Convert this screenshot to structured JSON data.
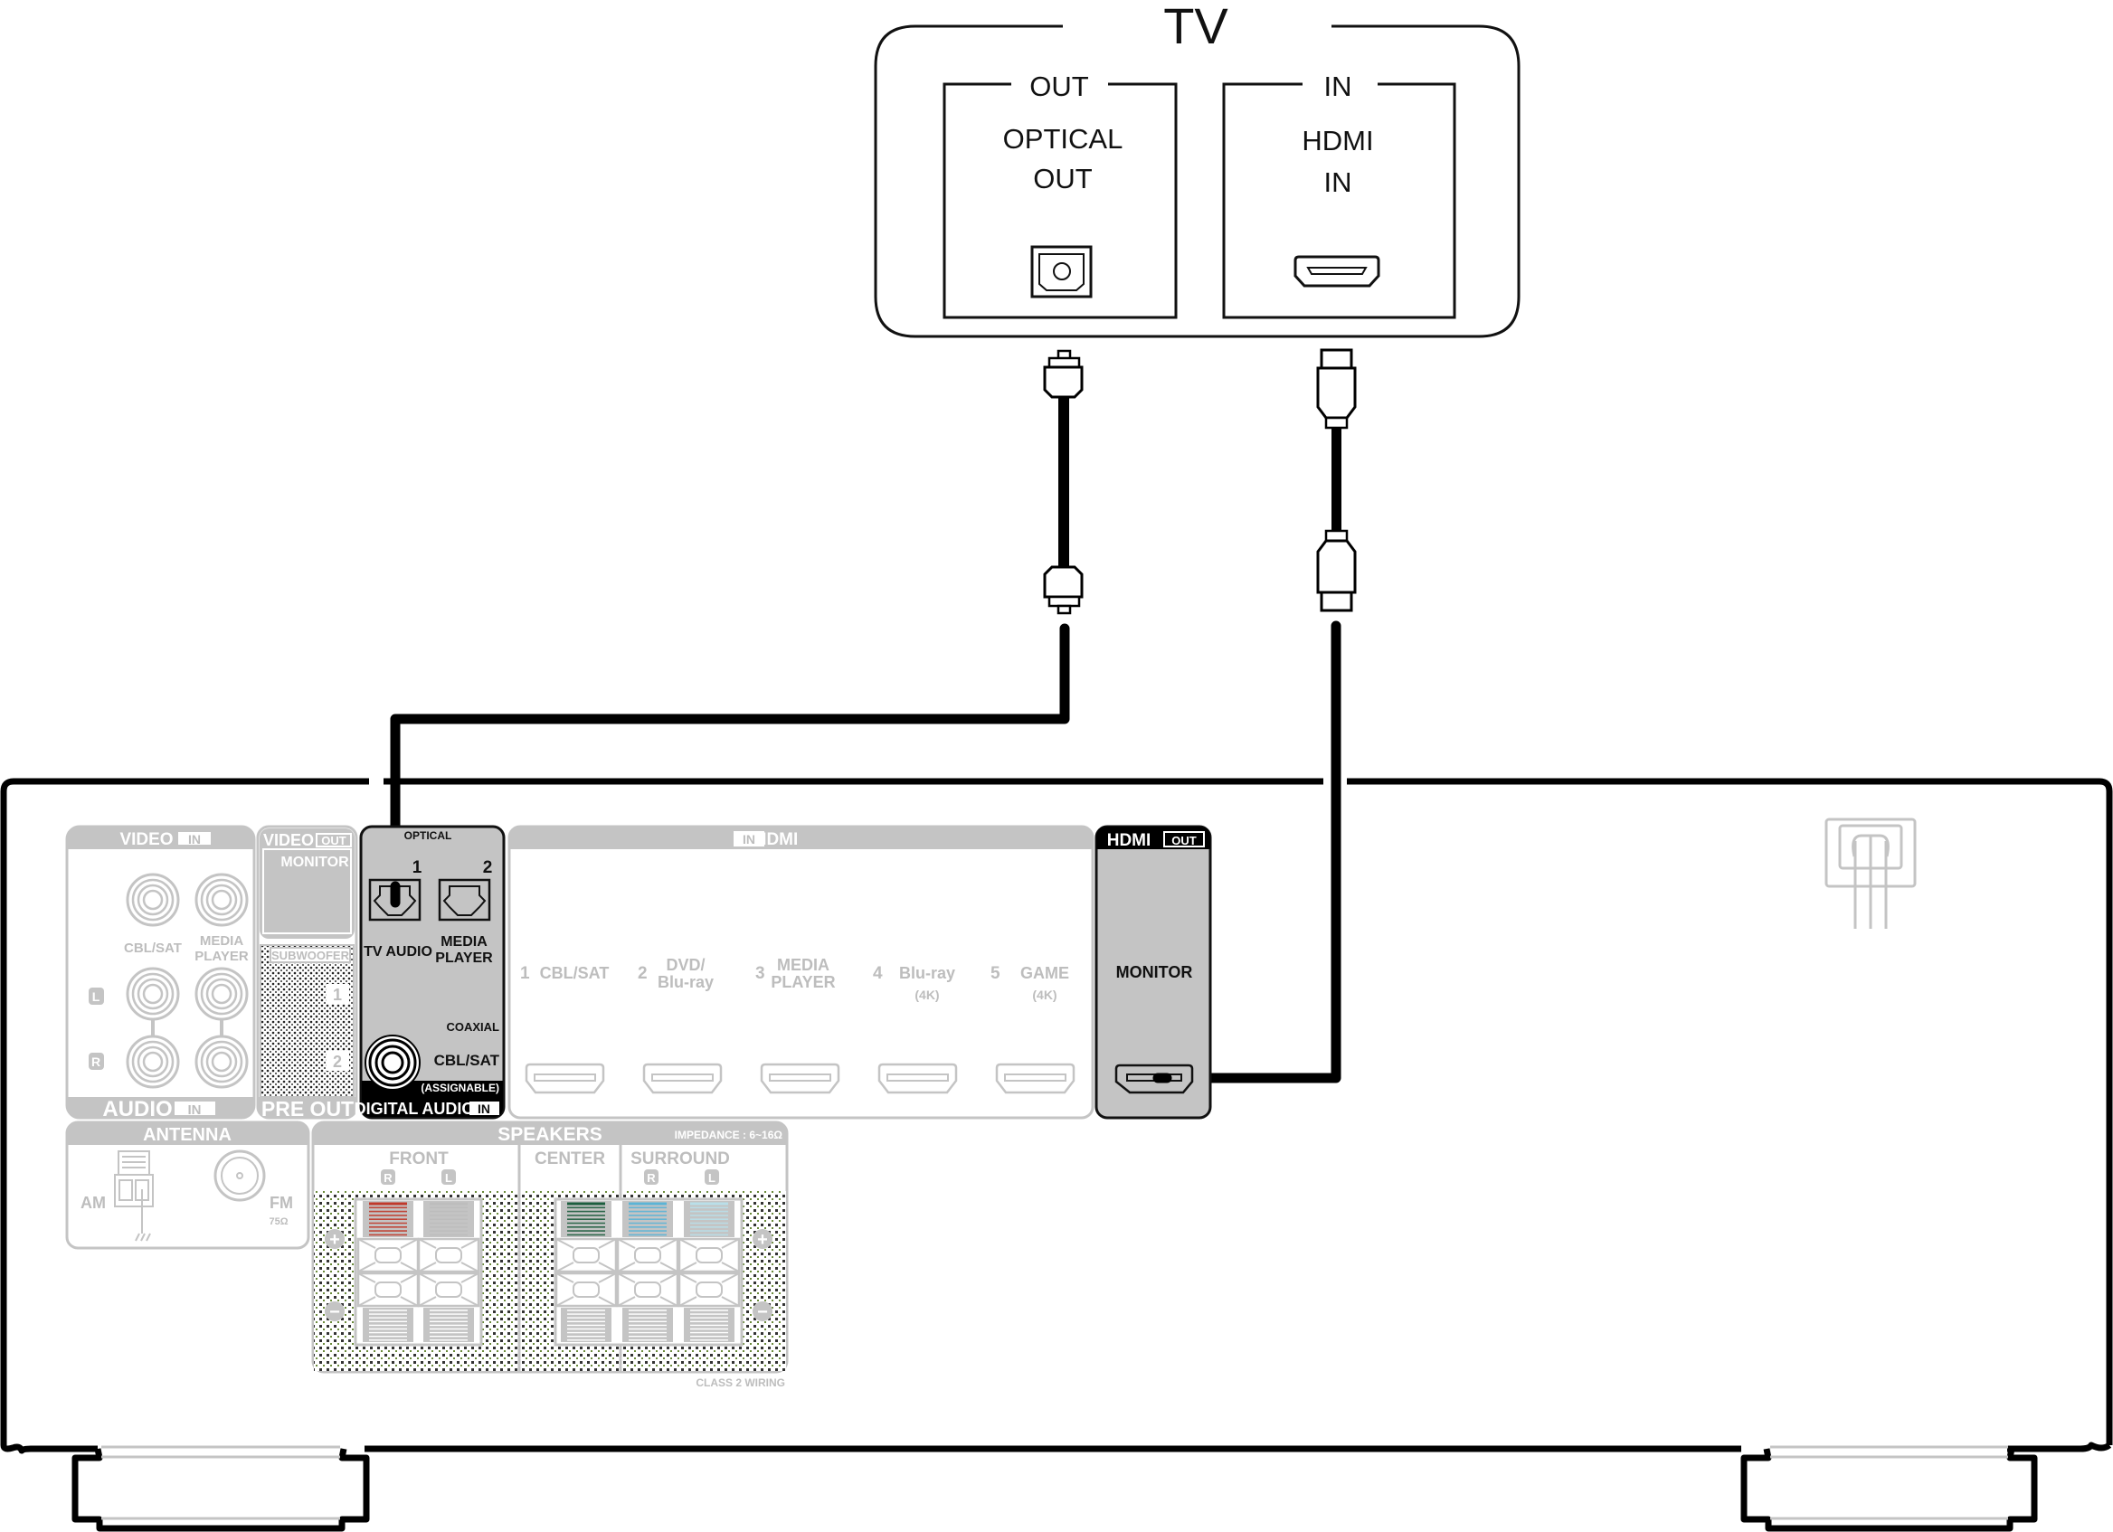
{
  "tv": {
    "title": "TV",
    "out_panel": {
      "header": "OUT",
      "label_line1": "OPTICAL",
      "label_line2": "OUT",
      "port": "optical-port"
    },
    "in_panel": {
      "header": "IN",
      "label_line1": "HDMI",
      "label_line2": "IN",
      "port": "hdmi-port"
    }
  },
  "cables": [
    {
      "type": "optical",
      "from": "TV OPTICAL OUT",
      "to": "DIGITAL AUDIO IN OPTICAL 1 (TV AUDIO)"
    },
    {
      "type": "hdmi",
      "from": "TV HDMI IN",
      "to": "HDMI OUT MONITOR"
    }
  ],
  "receiver": {
    "video_in": {
      "header": "VIDEO",
      "header_badge": "IN",
      "jack_labels": [
        "CBL/SAT",
        "MEDIA",
        "PLAYER"
      ],
      "side_labels": [
        "L",
        "R"
      ],
      "footer": "AUDIO",
      "footer_badge": "IN"
    },
    "video_out": {
      "header": "VIDEO",
      "header_badge": "OUT",
      "monitor_label": "MONITOR",
      "subwoofer_label": "SUBWOOFER",
      "sub_numbers": [
        "1",
        "2"
      ],
      "footer": "PRE OUT"
    },
    "digital_audio": {
      "optical_label": "OPTICAL",
      "port_numbers": [
        "1",
        "2"
      ],
      "port1_label": "TV AUDIO",
      "port2_label_line1": "MEDIA",
      "port2_label_line2": "PLAYER",
      "coaxial_label": "COAXIAL",
      "coaxial_input": "CBL/SAT",
      "assignable": "(ASSIGNABLE)",
      "footer": "DIGITAL AUDIO",
      "footer_badge": "IN"
    },
    "hdmi_in": {
      "header": "HDMI",
      "header_badge": "IN",
      "inputs": [
        {
          "num": "1",
          "line1": "CBL/SAT",
          "line2": "",
          "sub": ""
        },
        {
          "num": "2",
          "line1": "DVD/",
          "line2": "Blu-ray",
          "sub": ""
        },
        {
          "num": "3",
          "line1": "MEDIA",
          "line2": "PLAYER",
          "sub": ""
        },
        {
          "num": "4",
          "line1": "Blu-ray",
          "line2": "",
          "sub": "(4K)"
        },
        {
          "num": "5",
          "line1": "GAME",
          "line2": "",
          "sub": "(4K)"
        }
      ]
    },
    "hdmi_out": {
      "header": "HDMI",
      "header_badge": "OUT",
      "label": "MONITOR"
    },
    "antenna": {
      "header": "ANTENNA",
      "am": "AM",
      "fm": "FM",
      "fm_impedance": "75Ω"
    },
    "speakers": {
      "header": "SPEAKERS",
      "impedance": "IMPEDANCE : 6~16Ω",
      "groups": [
        "FRONT",
        "CENTER",
        "SURROUND"
      ],
      "channel_badges": [
        "R",
        "L",
        "R",
        "L"
      ],
      "plus": "+",
      "minus": "−",
      "footnote": "CLASS 2 WIRING",
      "terminal_colors": [
        "#c0392b",
        "#bdbdbd",
        "#1d5e3f",
        "#5bb4d6",
        "#b9dfe9"
      ]
    }
  },
  "colors": {
    "panel_gray": "#c4c4c4",
    "active_gray": "#c4c4c4",
    "line_black": "#000000"
  }
}
